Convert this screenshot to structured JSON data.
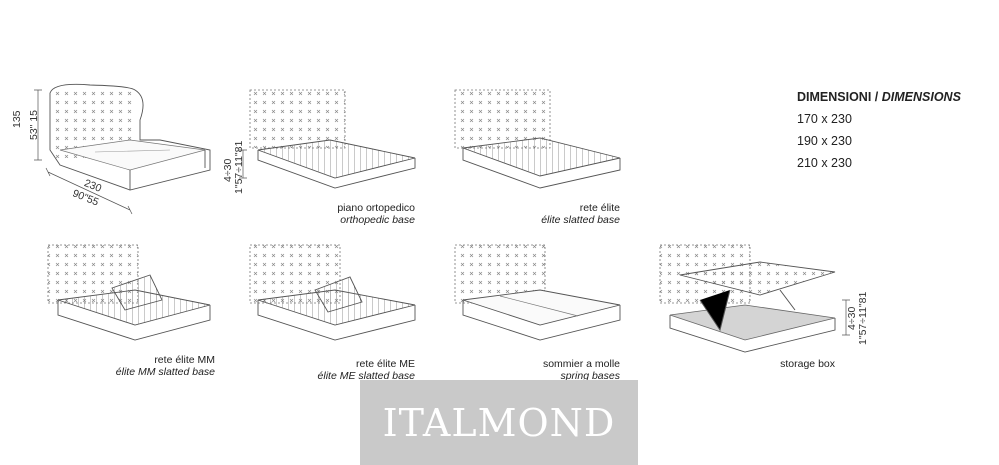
{
  "dimensions_panel": {
    "title": "DIMENSIONI /",
    "title_italic": "DIMENSIONS",
    "sizes": [
      "170 x 230",
      "190 x 230",
      "210 x 230"
    ]
  },
  "main_bed_dims": {
    "height_cm": "135",
    "height_in": "53\" 15",
    "length_cm": "230",
    "length_in": "90\"55"
  },
  "base_dims": {
    "cm": "4÷30",
    "in": "1\"57÷11\"81"
  },
  "storage_dims": {
    "cm": "4÷30",
    "in": "1\"57÷11\"81"
  },
  "variants": [
    {
      "it": "piano ortopedico",
      "en": "orthopedic base"
    },
    {
      "it": "rete élite",
      "en": "élite slatted base"
    },
    {
      "it": "rete élite MM",
      "en": "élite MM slatted base"
    },
    {
      "it": "rete élite ME",
      "en": "élite ME slatted base"
    },
    {
      "it": "sommier a molle",
      "en": "spring bases"
    },
    {
      "it": "storage box",
      "en": ""
    }
  ],
  "watermark": "ITALMOND"
}
